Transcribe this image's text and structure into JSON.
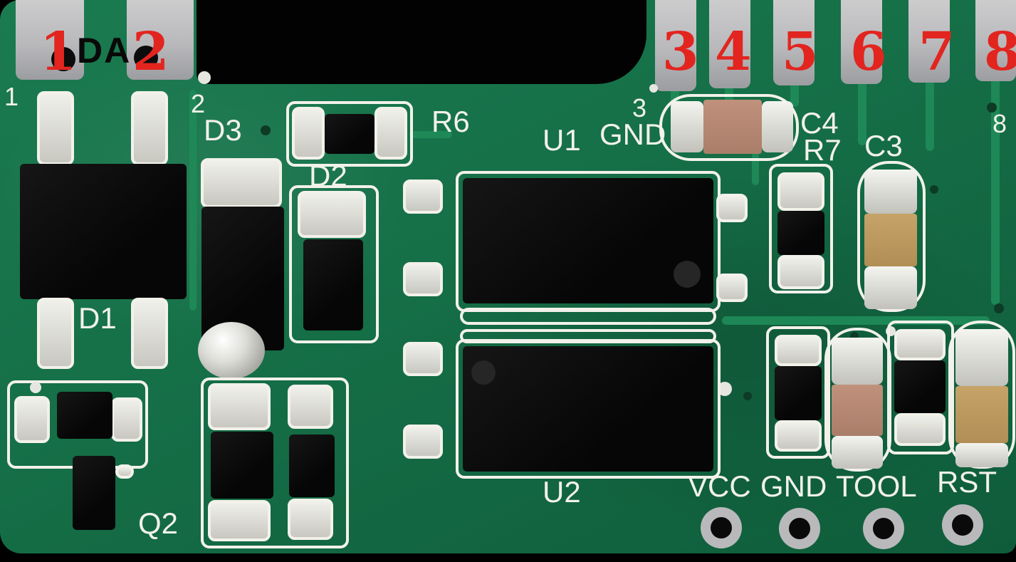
{
  "edge_pins": {
    "red_numbers": [
      "1",
      "2",
      "3",
      "4",
      "5",
      "6",
      "7",
      "8"
    ]
  },
  "top_labels": {
    "da": "DA"
  },
  "silkscreen_numbers": {
    "pin1": "1",
    "pin2": "2",
    "pin3": "3",
    "pin8": "8"
  },
  "component_labels": {
    "d1": "D1",
    "d2": "D2",
    "d3": "D3",
    "q2": "Q2",
    "r6": "R6",
    "r7": "R7",
    "c3": "C3",
    "c4": "C4",
    "u1": "U1",
    "u1_gnd": "GND",
    "u2": "U2"
  },
  "programming_header": {
    "vcc": "VCC",
    "gnd": "GND",
    "tool": "TOOL",
    "rst": "RST"
  },
  "colors": {
    "board_green": "#156f47",
    "trace_green": "#1f8a57",
    "pad_gray": "#b9b9bc",
    "annotation_red": "#e2251f",
    "silkscreen": "#f2f1ea",
    "solder_silver": "#d8d8d3",
    "capacitor_pink": "#c0917c",
    "capacitor_yellow": "#c6a368",
    "ic_black": "#060606"
  }
}
